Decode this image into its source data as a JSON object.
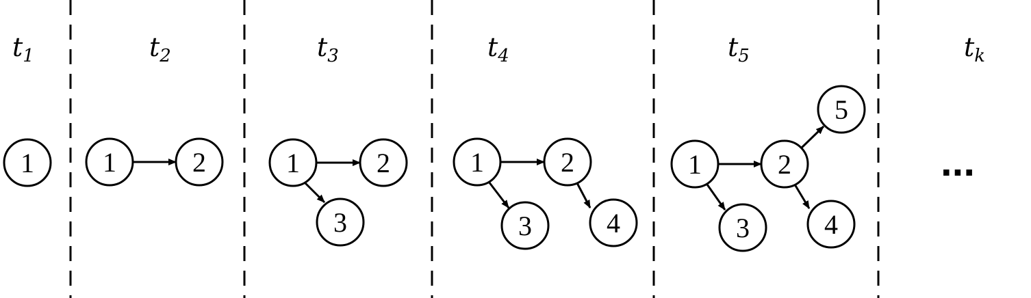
{
  "time_steps": [
    {
      "label": "t",
      "sub": "1"
    },
    {
      "label": "t",
      "sub": "2"
    },
    {
      "label": "t",
      "sub": "3"
    },
    {
      "label": "t",
      "sub": "4"
    },
    {
      "label": "t",
      "sub": "5"
    },
    {
      "label": "t",
      "sub": "k"
    }
  ],
  "panels": [
    {
      "nodes": [
        "1"
      ],
      "edges": []
    },
    {
      "nodes": [
        "1",
        "2"
      ],
      "edges": [
        [
          "1",
          "2"
        ]
      ]
    },
    {
      "nodes": [
        "1",
        "2",
        "3"
      ],
      "edges": [
        [
          "1",
          "2"
        ],
        [
          "1",
          "3"
        ]
      ]
    },
    {
      "nodes": [
        "1",
        "2",
        "3",
        "4"
      ],
      "edges": [
        [
          "1",
          "2"
        ],
        [
          "1",
          "3"
        ],
        [
          "2",
          "4"
        ]
      ]
    },
    {
      "nodes": [
        "1",
        "2",
        "3",
        "4",
        "5"
      ],
      "edges": [
        [
          "1",
          "2"
        ],
        [
          "1",
          "3"
        ],
        [
          "2",
          "4"
        ],
        [
          "2",
          "5"
        ]
      ]
    }
  ],
  "continuation": "..."
}
